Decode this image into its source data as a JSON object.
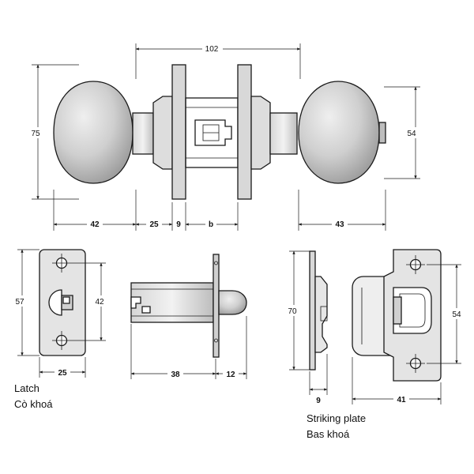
{
  "dimensions": {
    "overall_width": "102",
    "knob_height": "75",
    "rose_height": "54",
    "knob_length_left": "42",
    "neck_length": "25",
    "rose_thickness": "9",
    "door_thickness": "b",
    "knob_length_right": "43",
    "latch_face_height": "57",
    "latch_hole_spacing": "42",
    "latch_face_width": "25",
    "backset": "38",
    "bolt_throw": "12",
    "strike_height": "70",
    "strike_lip": "9",
    "strike_hole_spacing": "54",
    "strike_width": "41"
  },
  "captions": {
    "latch_en": "Latch",
    "latch_vi": "Cò khoá",
    "strike_en": "Striking plate",
    "strike_vi": "Bas khoá"
  },
  "colors": {
    "knob_fill": "#cfcfcf",
    "plate_fill": "#dcdcdc",
    "line": "#1a1a1a"
  }
}
